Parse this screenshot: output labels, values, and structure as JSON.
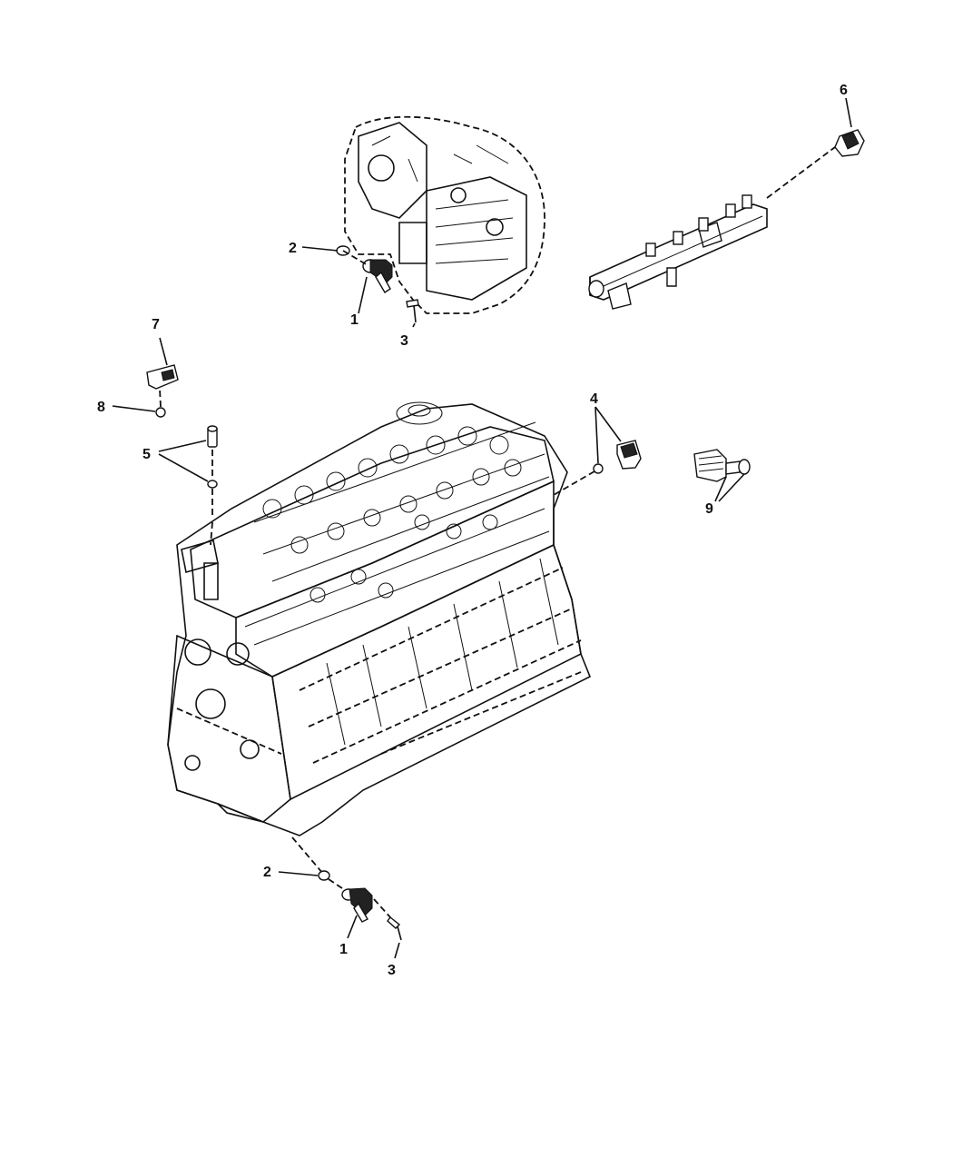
{
  "callouts": {
    "c1_top": "1",
    "c2_top": "2",
    "c3_top": "3",
    "c4": "4",
    "c5": "5",
    "c6": "6",
    "c7": "7",
    "c8": "8",
    "c9": "9",
    "c1_bottom": "1",
    "c2_bottom": "2",
    "c3_bottom": "3"
  },
  "colors": {
    "line": "#111111",
    "background": "#ffffff"
  }
}
